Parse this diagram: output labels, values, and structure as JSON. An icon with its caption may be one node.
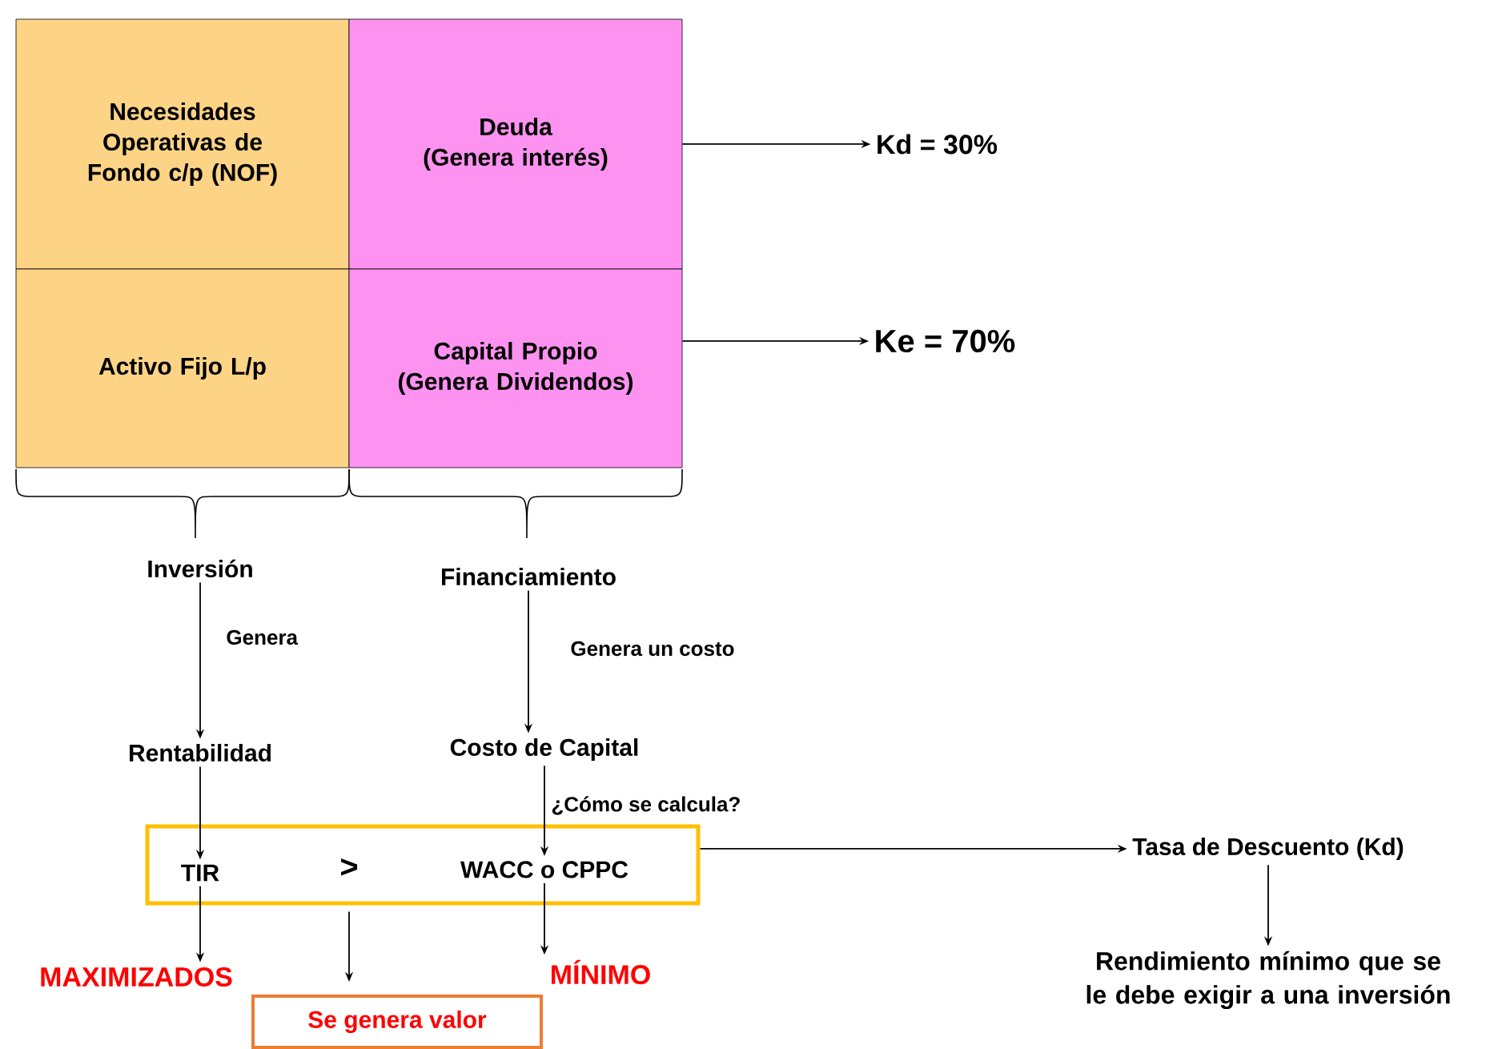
{
  "diagram": {
    "nodes": [
      {
        "text": [
          "Necesidades Operativas de Fondo c/p (NOF)"
        ]
      },
      {
        "text": [
          "Deuda",
          "(Genera interés)"
        ]
      },
      {
        "text": [
          "Activo Fijo L/p"
        ]
      },
      {
        "text": [
          "Capital Propio",
          "(Genera Dividendos)"
        ]
      },
      {
        "text": [
          "Kd = 30%"
        ]
      },
      {
        "text": [
          "Ke = 70%"
        ]
      },
      {
        "text": [
          "Inversión"
        ]
      },
      {
        "text": [
          "Financiamiento"
        ]
      },
      {
        "text": [
          "Rentabilidad"
        ]
      },
      {
        "text": [
          "Costo de Capital"
        ]
      },
      {
        "text": [],
        "shape": "box"
      },
      {
        "text": [
          "TIR"
        ],
        "in": 10
      },
      {
        "text": [
          ">"
        ],
        "in": 10
      },
      {
        "text": [
          "WACC o CPPC"
        ],
        "in": 10
      },
      {
        "text": [
          "Tasa de Descuento (Kd)"
        ]
      },
      {
        "text": [
          "Rendimiento mínimo que se le debe exigir a una inversión"
        ]
      },
      {
        "text": [
          "MAXIMIZADOS"
        ]
      },
      {
        "text": [
          "MÍNIMO"
        ]
      },
      {
        "text": [
          "Se genera valor"
        ]
      }
    ],
    "edges": [
      {
        "from": 1,
        "to": 4,
        "arrow": "to"
      },
      {
        "from": 3,
        "to": 5,
        "arrow": "to"
      },
      {
        "from": 6,
        "to": 8,
        "arrow": "to",
        "label": "Genera"
      },
      {
        "from": 7,
        "to": 9,
        "arrow": "to",
        "label": "Genera un costo"
      },
      {
        "from": 8,
        "to": 11,
        "arrow": "to"
      },
      {
        "from": 9,
        "to": 13,
        "arrow": "to",
        "label": "¿Cómo se calcula?"
      },
      {
        "from": 10,
        "to": 14,
        "arrow": "to"
      },
      {
        "from": 14,
        "to": 15,
        "arrow": "to"
      },
      {
        "from": 11,
        "to": 16,
        "arrow": "to"
      },
      {
        "from": 10,
        "to": 18,
        "arrow": "to"
      },
      {
        "from": 13,
        "to": 17,
        "arrow": "to"
      }
    ]
  }
}
